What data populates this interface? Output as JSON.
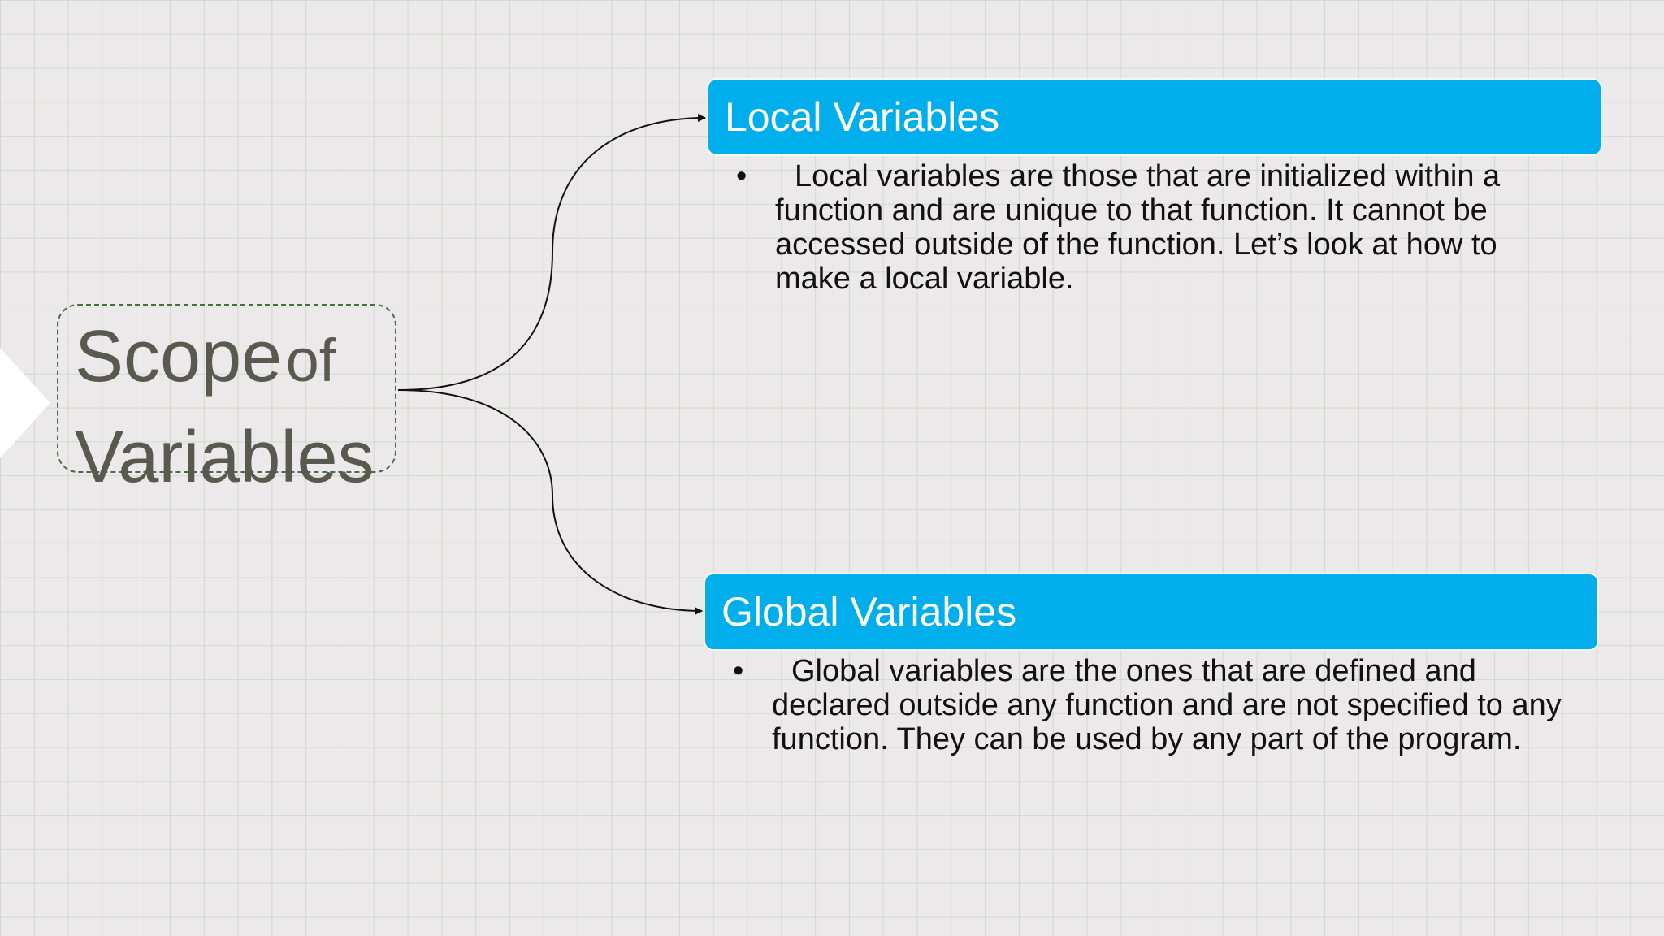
{
  "central_topic": {
    "line1": {
      "word1": "Scope",
      "word2": "of"
    },
    "line2": "Variables"
  },
  "topics": [
    {
      "header": "Local Variables",
      "bullet_symbol": "•",
      "body": "Local variables are those that are initialized within a function and are unique to that function. It cannot be accessed outside of the function. Let’s look at how to make a local variable."
    },
    {
      "header": "Global Variables",
      "bullet_symbol": "•",
      "body": "Global variables are the ones that are defined and declared outside any function and are not specified to any function. They can be used by any part of the program."
    }
  ],
  "colors": {
    "header_fill": "#00aeeb",
    "header_text": "#ffffff",
    "central_text": "#58594f",
    "central_border": "#4c6b44",
    "connector": "#111111",
    "background": "#ebe9ea"
  }
}
